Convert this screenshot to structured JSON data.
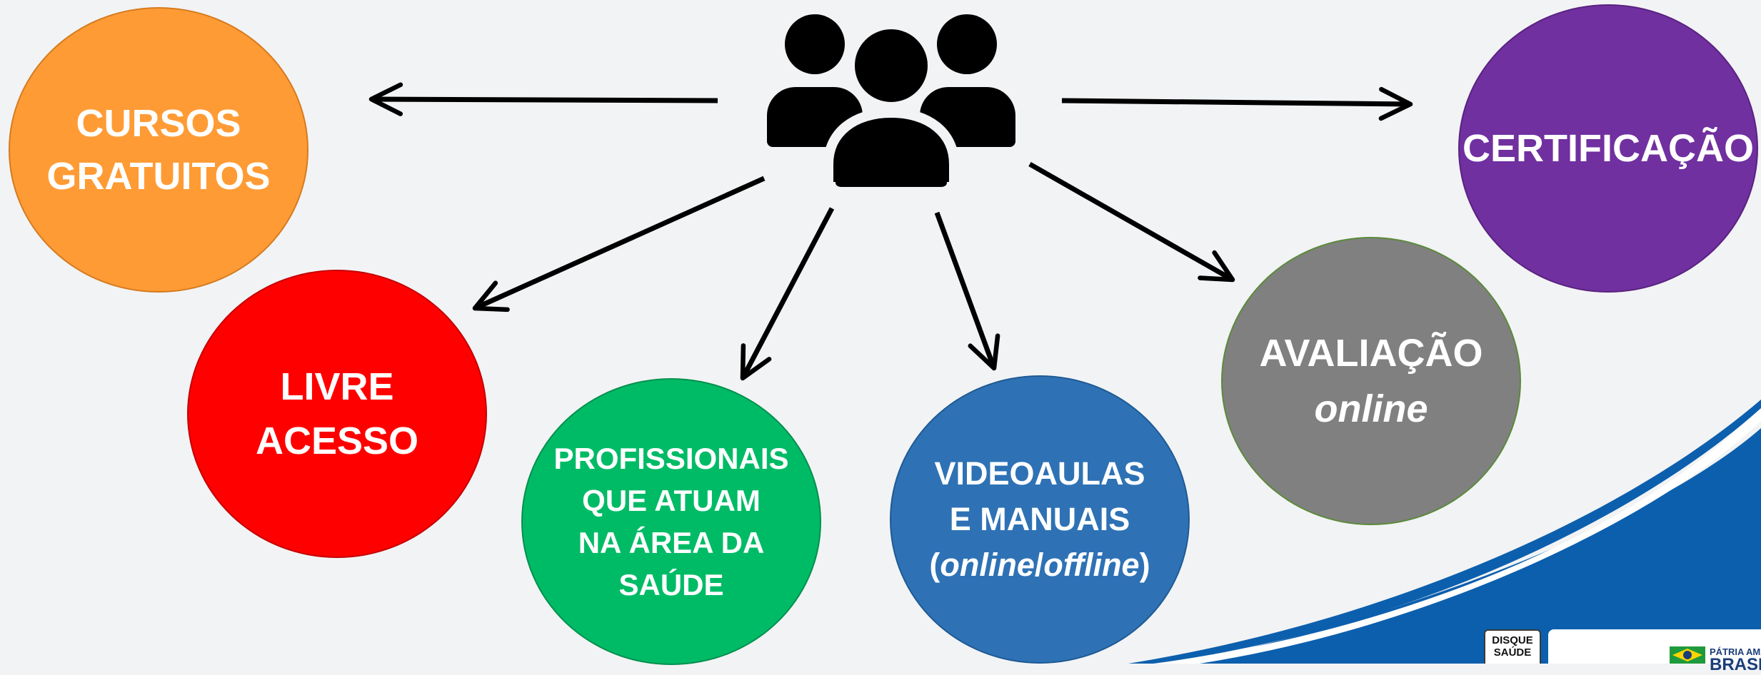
{
  "center": {
    "icon": "group-of-people-icon"
  },
  "nodes": {
    "cursos": {
      "line1": "CURSOS",
      "line2": "GRATUITOS",
      "color": "#ff9b35"
    },
    "livre": {
      "line1": "LIVRE",
      "line2": "ACESSO",
      "color": "#ff0000"
    },
    "profissionais": {
      "line1": "PROFISSIONAIS",
      "line2": "QUE ATUAM",
      "line3": "NA ÁREA DA",
      "line4": "SAÚDE",
      "color": "#00bb66"
    },
    "videoaulas": {
      "line1": "VIDEOAULAS",
      "line2": "E MANUAIS",
      "line3_open": "(",
      "line3_online": "online",
      "line3_slash": "/",
      "line3_offline": "offline",
      "line3_close": ")",
      "color": "#2e72b5"
    },
    "avaliacao": {
      "line1": "AVALIAÇÃO",
      "line2": "online",
      "color": "#808080"
    },
    "certificacao": {
      "line1": "CERTIFICAÇÃO",
      "color": "#7030a0"
    }
  },
  "footer": {
    "disque_line1": "DISQUE",
    "disque_line2": "SAÚDE",
    "patria": "PÁTRIA AMADA",
    "brasil": "BRASIL"
  },
  "colors": {
    "background": "#f2f3f5",
    "swoosh_blue": "#0c5fad",
    "arrow": "#000000"
  }
}
